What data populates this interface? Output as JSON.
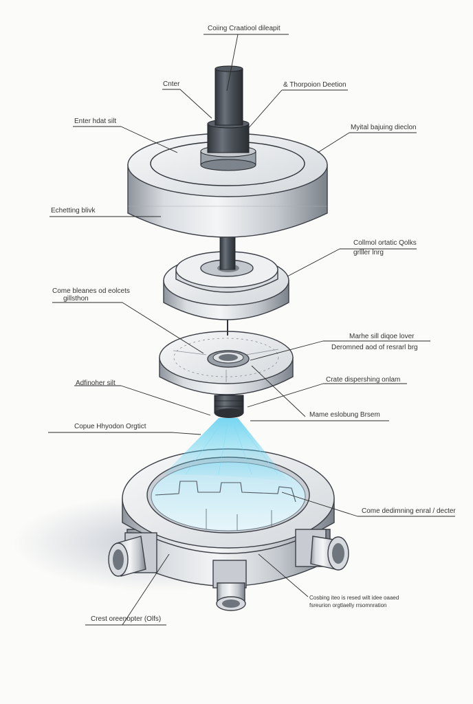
{
  "labels": {
    "top_title": "Coiing Craatiool dileapit",
    "cnter": "Cnter",
    "thorpoion": "& Thorpoion Deetion",
    "enter_hdat": "Enter hdat silt",
    "myital_bajuing": "Myital bajuing dieclon",
    "echetting_blivk": "Echetting blivk",
    "collmol_line1": "Collmol ortatic Qolks",
    "collmol_line2": "grlller lnrg",
    "come_bleanes_line1": "Come bleanes od eolcets",
    "come_bleanes_line2": "gillsthon",
    "marhe_sill_line1": "Marhe sill diqoe lover",
    "marhe_sill_line2": "Deromned aod of resrarl brg",
    "addinoher_silt": "Adfinoher silt",
    "crate_disparshing": "Crate dispershing onlam",
    "copue_thryodon": "Copue Hhyodon Orgtict",
    "mame_eslobung": "Mame eslobung Brsem",
    "come_dedinning": "Come dedimning enral / decter",
    "cosbing_line1": "Cosbing iteo is resed wilt idee oaaed",
    "cosbing_line2": "fsreurion orgtlaelly rrsomnration",
    "crest_oreenopter": "Crest oreenopter (Olfs)"
  },
  "colors": {
    "steel_light": "#eceef0",
    "steel_mid": "#b9bec5",
    "steel_dark": "#5d636b",
    "shaft_dark": "#3e444b",
    "beam": "#5fd0f0",
    "water": "#cfeaf4",
    "ink": "#2a2a2a"
  }
}
